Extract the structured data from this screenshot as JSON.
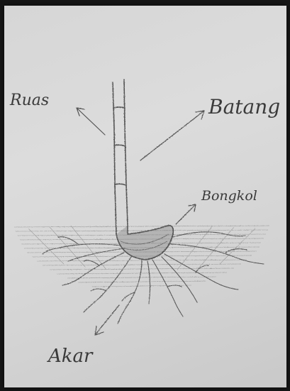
{
  "labels": {
    "ruas": "Ruas",
    "batang": "Batang",
    "bongkol": "Bongkol",
    "akar": "Akar"
  }
}
